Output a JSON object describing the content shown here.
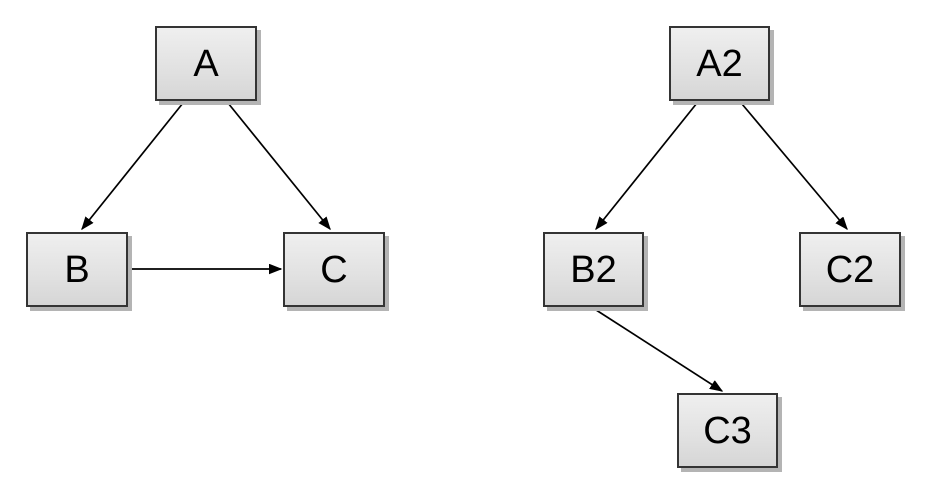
{
  "page": {
    "background": "#ffffff"
  },
  "style": {
    "node_border_color": "#343434",
    "node_fill_top": "#efefef",
    "node_fill_bottom": "#d6d6d6",
    "node_shadow_color": "#b4b4b4",
    "edge_color": "#000000",
    "text_color": "#000000"
  },
  "graphs": {
    "left": {
      "nodes": {
        "a": {
          "label": "A"
        },
        "b": {
          "label": "B"
        },
        "c": {
          "label": "C"
        }
      },
      "edges": [
        {
          "from": "A",
          "to": "B"
        },
        {
          "from": "A",
          "to": "C"
        },
        {
          "from": "B",
          "to": "C"
        }
      ]
    },
    "right": {
      "nodes": {
        "a2": {
          "label": "A2"
        },
        "b2": {
          "label": "B2"
        },
        "c2": {
          "label": "C2"
        },
        "c3": {
          "label": "C3"
        }
      },
      "edges": [
        {
          "from": "A2",
          "to": "B2"
        },
        {
          "from": "A2",
          "to": "C2"
        },
        {
          "from": "B2",
          "to": "C3"
        }
      ]
    }
  }
}
